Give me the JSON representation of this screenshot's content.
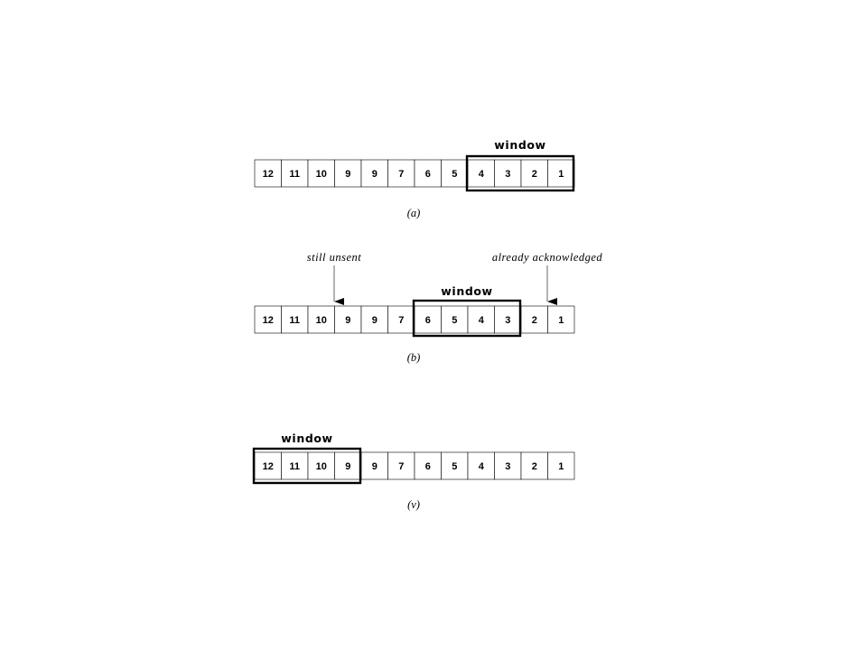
{
  "panels": [
    {
      "cells": [
        "12",
        "11",
        "10",
        "9",
        "9",
        "7",
        "6",
        "5",
        "4",
        "3",
        "2",
        "1"
      ],
      "window_label": "window",
      "window_start_index": 8,
      "window_size": 4,
      "caption": "(a)",
      "annotations": []
    },
    {
      "cells": [
        "12",
        "11",
        "10",
        "9",
        "9",
        "7",
        "6",
        "5",
        "4",
        "3",
        "2",
        "1"
      ],
      "window_label": "window",
      "window_start_index": 6,
      "window_size": 4,
      "caption": "(b)",
      "annotations": [
        {
          "text": "still unsent",
          "points_to_cell_index": 3
        },
        {
          "text": "already acknowledged",
          "points_to_cell_index": 11
        }
      ]
    },
    {
      "cells": [
        "12",
        "11",
        "10",
        "9",
        "9",
        "7",
        "6",
        "5",
        "4",
        "3",
        "2",
        "1"
      ],
      "window_label": "window",
      "window_start_index": 0,
      "window_size": 4,
      "caption": "(v)",
      "annotations": []
    }
  ]
}
